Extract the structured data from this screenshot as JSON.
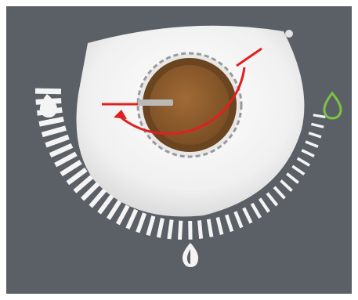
{
  "control": {
    "type": "grind-adjustment-dial",
    "knob_color": "#8a5a2b",
    "knob_rim_color": "#6b4420",
    "bowl_color": "#f2f2f2",
    "indicator_color": "#e02020",
    "scale_color": "#f4f4f4",
    "panel_color": "#5b6067"
  },
  "icons": {
    "top_right": "indicator-dot",
    "left": "drop-icon-white",
    "bottom": "drop-icon-white",
    "right": "drop-outline-icon-green"
  },
  "accent_colors": {
    "green": "#7dc243"
  }
}
